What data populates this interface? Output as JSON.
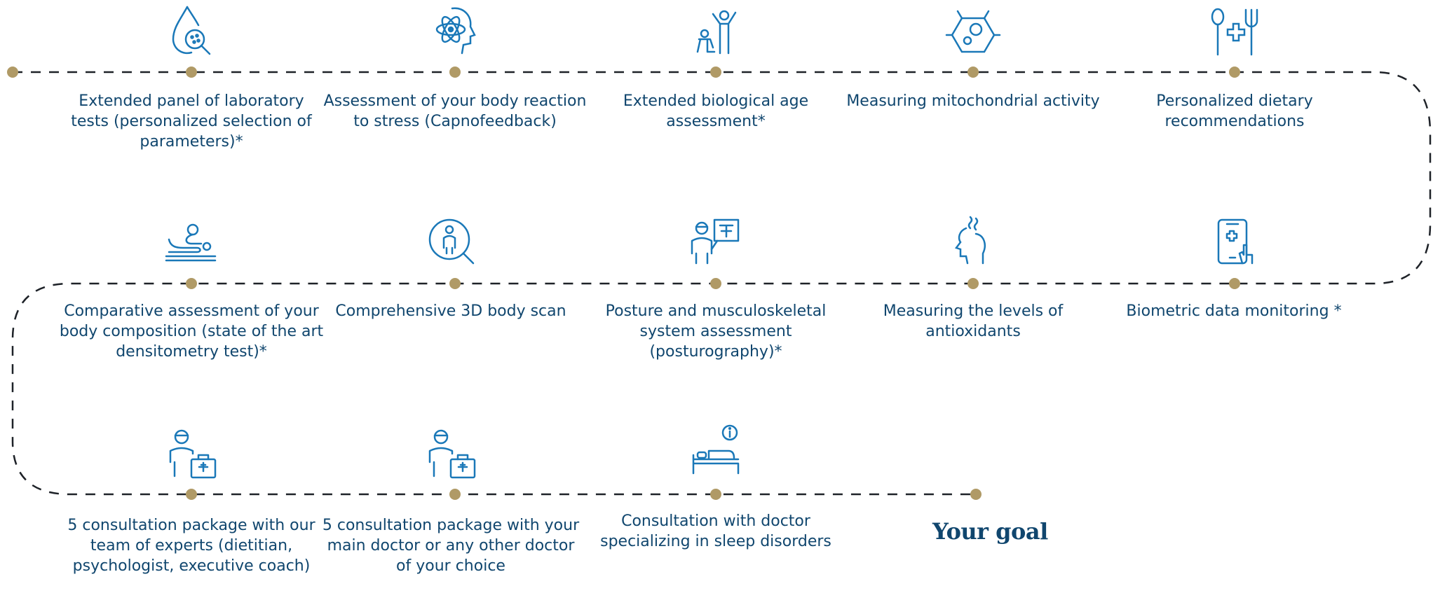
{
  "colors": {
    "text": "#10466e",
    "icon": "#1a78b8",
    "dot": "#b09a66",
    "line": "#1e2228"
  },
  "steps": [
    {
      "icon": "blood-drop-icon",
      "label": "Extended panel of laboratory tests (personalized selection of parameters)*"
    },
    {
      "icon": "brain-atom-icon",
      "label": "Assessment of your body reaction to stress (Capnofeedback)"
    },
    {
      "icon": "people-ages-icon",
      "label": "Extended biological age assessment*"
    },
    {
      "icon": "mitochondria-icon",
      "label": "Measuring mitochondrial activity"
    },
    {
      "icon": "diet-icon",
      "label": "Personalized dietary recommendations"
    },
    {
      "icon": "body-composition-icon",
      "label": "Comparative assessment of your body composition (state of the art densitometry test)*"
    },
    {
      "icon": "body-scan-icon",
      "label": "Comprehensive 3D body scan"
    },
    {
      "icon": "posture-icon",
      "label": "Posture and musculoskeletal system assessment (posturography)*"
    },
    {
      "icon": "head-breath-icon",
      "label": "Measuring the levels of antioxidants"
    },
    {
      "icon": "phone-health-icon",
      "label": "Biometric data monitoring *"
    },
    {
      "icon": "doctor-kit-icon",
      "label": "5 consultation package with our team of experts (dietitian, psychologist, executive coach)"
    },
    {
      "icon": "doctor-kit-icon",
      "label": "5 consultation package with your main doctor or any other doctor of your choice"
    },
    {
      "icon": "sleep-bed-icon",
      "label": "Consultation with doctor specializing in sleep disorders"
    }
  ],
  "goal": {
    "label": "Your goal"
  }
}
